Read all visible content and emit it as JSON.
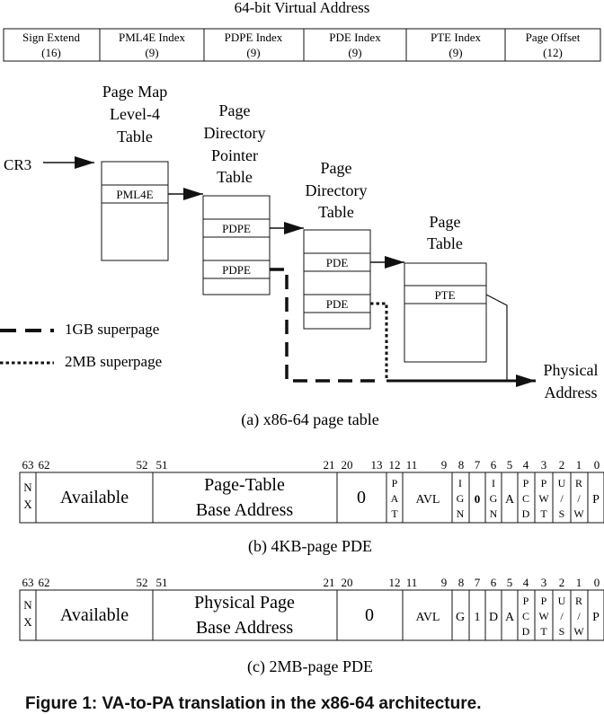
{
  "va": {
    "title": "64-bit Virtual Address",
    "fields": [
      {
        "name": "Sign Extend",
        "bits": "(16)"
      },
      {
        "name": "PML4E Index",
        "bits": "(9)"
      },
      {
        "name": "PDPE Index",
        "bits": "(9)"
      },
      {
        "name": "PDE Index",
        "bits": "(9)"
      },
      {
        "name": "PTE Index",
        "bits": "(9)"
      },
      {
        "name": "Page Offset",
        "bits": "(12)"
      }
    ]
  },
  "walk": {
    "cr3": "CR3",
    "tables": [
      {
        "title": [
          "Page Map",
          "Level-4",
          "Table"
        ],
        "entries": [
          "PML4E"
        ]
      },
      {
        "title": [
          "Page",
          "Directory",
          "Pointer",
          "Table"
        ],
        "entries": [
          "PDPE",
          "PDPE"
        ]
      },
      {
        "title": [
          "Page",
          "Directory",
          "Table"
        ],
        "entries": [
          "PDE",
          "PDE"
        ]
      },
      {
        "title": [
          "Page",
          "Table"
        ],
        "entries": [
          "PTE"
        ]
      }
    ],
    "legend": [
      {
        "label": "1GB superpage",
        "style": "dashed"
      },
      {
        "label": "2MB superpage",
        "style": "dotted"
      }
    ],
    "output": [
      "Physical",
      "Address"
    ],
    "caption": "(a) x86-64 page table"
  },
  "pde4k": {
    "caption": "(b) 4KB-page PDE",
    "bitnums": [
      "63",
      "62",
      "52",
      "51",
      "21",
      "20",
      "13",
      "12",
      "11",
      "9",
      "8",
      "7",
      "6",
      "5",
      "4",
      "3",
      "2",
      "1",
      "0"
    ],
    "fields": [
      {
        "lines": [
          "N",
          "X"
        ]
      },
      {
        "lines": [
          "Available"
        ]
      },
      {
        "lines": [
          "Page-Table",
          "Base Address"
        ]
      },
      {
        "lines": [
          "0"
        ]
      },
      {
        "lines": [
          "P",
          "A",
          "T"
        ]
      },
      {
        "lines": [
          "AVL"
        ]
      },
      {
        "lines": [
          "I",
          "G",
          "N"
        ]
      },
      {
        "lines": [
          "0"
        ]
      },
      {
        "lines": [
          "I",
          "G",
          "N"
        ]
      },
      {
        "lines": [
          "A"
        ]
      },
      {
        "lines": [
          "P",
          "C",
          "D"
        ]
      },
      {
        "lines": [
          "P",
          "W",
          "T"
        ]
      },
      {
        "lines": [
          "U",
          "/",
          "S"
        ]
      },
      {
        "lines": [
          "R",
          "/",
          "W"
        ]
      },
      {
        "lines": [
          "P"
        ]
      }
    ]
  },
  "pde2m": {
    "caption": "(c) 2MB-page PDE",
    "bitnums": [
      "63",
      "62",
      "52",
      "51",
      "21",
      "20",
      "12",
      "11",
      "9",
      "8",
      "7",
      "6",
      "5",
      "4",
      "3",
      "2",
      "1",
      "0"
    ],
    "fields": [
      {
        "lines": [
          "N",
          "X"
        ]
      },
      {
        "lines": [
          "Available"
        ]
      },
      {
        "lines": [
          "Physical Page",
          "Base Address"
        ]
      },
      {
        "lines": [
          "0"
        ]
      },
      {
        "lines": [
          "AVL"
        ]
      },
      {
        "lines": [
          "G"
        ]
      },
      {
        "lines": [
          "1"
        ]
      },
      {
        "lines": [
          "D"
        ]
      },
      {
        "lines": [
          "A"
        ]
      },
      {
        "lines": [
          "P",
          "C",
          "D"
        ]
      },
      {
        "lines": [
          "P",
          "W",
          "T"
        ]
      },
      {
        "lines": [
          "U",
          "/",
          "S"
        ]
      },
      {
        "lines": [
          "R",
          "/",
          "W"
        ]
      },
      {
        "lines": [
          "P"
        ]
      }
    ]
  },
  "figure_caption": "Figure 1: VA-to-PA translation in the x86-64 architecture."
}
